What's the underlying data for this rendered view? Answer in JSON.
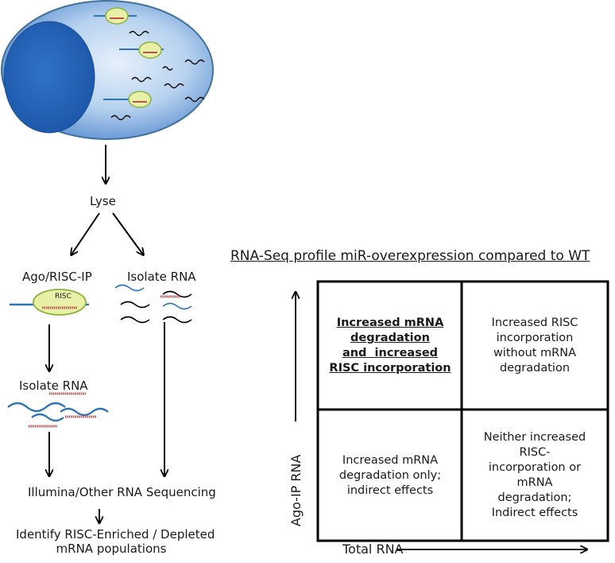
{
  "flow": {
    "lyse": "Lyse",
    "ago_ip": "Ago/RISC-IP",
    "isolate_rna_right": "Isolate RNA",
    "isolate_rna_left": "Isolate RNA",
    "risc_label": "RISC",
    "sequencing": "Illumina/Other RNA Sequencing",
    "identify_line1": "Identify RISC-Enriched / Depleted",
    "identify_line2": "mRNA populations"
  },
  "matrix": {
    "title": "RNA-Seq profile miR-overexpression compared to WT",
    "y_axis": "Ago-IP RNA",
    "x_axis": "Total RNA",
    "top_left": [
      "Increased mRNA",
      "degradation",
      "and  increased",
      "RISC incorporation"
    ],
    "top_right": [
      "Increased RISC",
      "incorporation",
      "without mRNA",
      "degradation"
    ],
    "bottom_left": [
      "Increased mRNA",
      "degradation only;",
      "indirect effects"
    ],
    "bottom_right": [
      "Neither increased",
      "RISC-",
      "incorporation or",
      "mRNA",
      "degradation;",
      "Indirect effects"
    ]
  },
  "colors": {
    "cell": "#5b8fd1",
    "cell_edge": "#41719c",
    "nucleus": "#1f5fb3",
    "risc_fill": "#e8f0a8",
    "risc_edge": "#8bb23a",
    "mrna_blue": "#2e75b6",
    "mirna_red": "#c0504d"
  }
}
